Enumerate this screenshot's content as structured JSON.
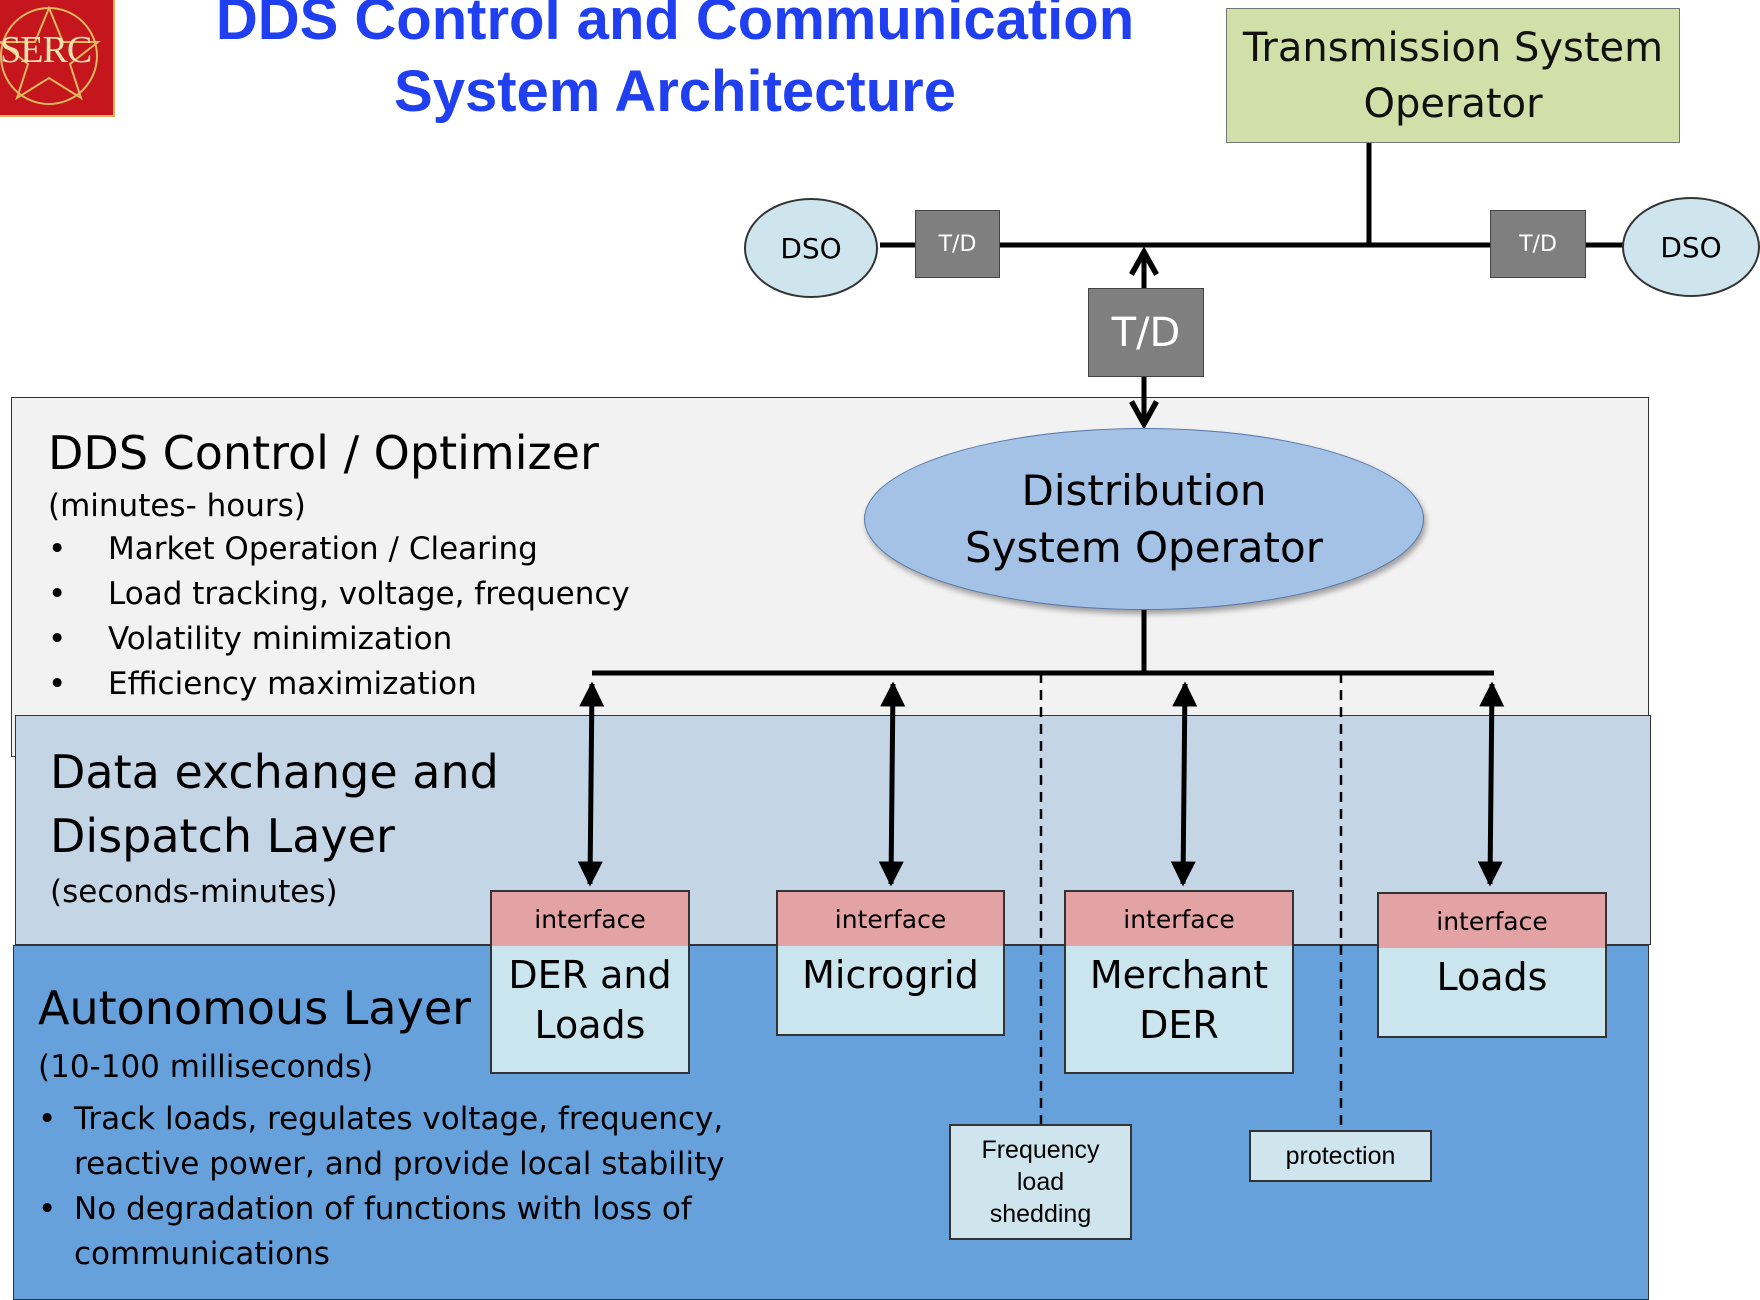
{
  "logo": {
    "text": "PSERC"
  },
  "title": {
    "line1": "DDS Control and Communication",
    "line2": "System Architecture"
  },
  "tso": {
    "line1": "Transmission System",
    "line2": "Operator"
  },
  "top_bus": {
    "dso_left": "DSO",
    "td_left": "T/D",
    "td_right": "T/D",
    "dso_right": "DSO",
    "td_main": "T/D"
  },
  "dds_layer": {
    "heading": "DDS Control / Optimizer",
    "timescale": "(minutes- hours)",
    "bullets": [
      "Market Operation / Clearing",
      "Load tracking, voltage, frequency",
      "Volatility minimization",
      "Efficiency maximization"
    ]
  },
  "distribution_operator": {
    "line1": "Distribution",
    "line2": "System Operator"
  },
  "data_layer": {
    "heading_line1": "Data exchange and",
    "heading_line2": "Dispatch Layer",
    "timescale": "(seconds-minutes)"
  },
  "auto_layer": {
    "heading": "Autonomous Layer",
    "timescale": "(10-100 milliseconds)",
    "bullets": [
      {
        "line1": "Track loads, regulates voltage, frequency,",
        "line2": "reactive power, and provide local stability"
      },
      {
        "line1": "No degradation of functions with loss of",
        "line2": "communications"
      }
    ]
  },
  "entities": [
    {
      "interface": "interface",
      "line1": "DER and",
      "line2": "Loads"
    },
    {
      "interface": "interface",
      "line1": "Microgrid",
      "line2": ""
    },
    {
      "interface": "interface",
      "line1": "Merchant",
      "line2": "DER"
    },
    {
      "interface": "interface",
      "line1": "Loads",
      "line2": ""
    }
  ],
  "functions": {
    "freq": {
      "line1": "Frequency",
      "line2": "load",
      "line3": "shedding"
    },
    "protection": "protection"
  },
  "colors": {
    "title": "#1f3ff0",
    "tso_fill": "#d1dfa8",
    "td_fill": "#7f7f7f",
    "dso_fill": "#cfe5ee",
    "operator_fill": "#a3c2e6",
    "dds_layer_fill": "#f3f2f2",
    "data_layer_fill": "#c4d6e6",
    "auto_layer_fill": "#66a1dc",
    "interface_fill": "#e3a3a4",
    "entity_fill": "#cbe5ee"
  }
}
